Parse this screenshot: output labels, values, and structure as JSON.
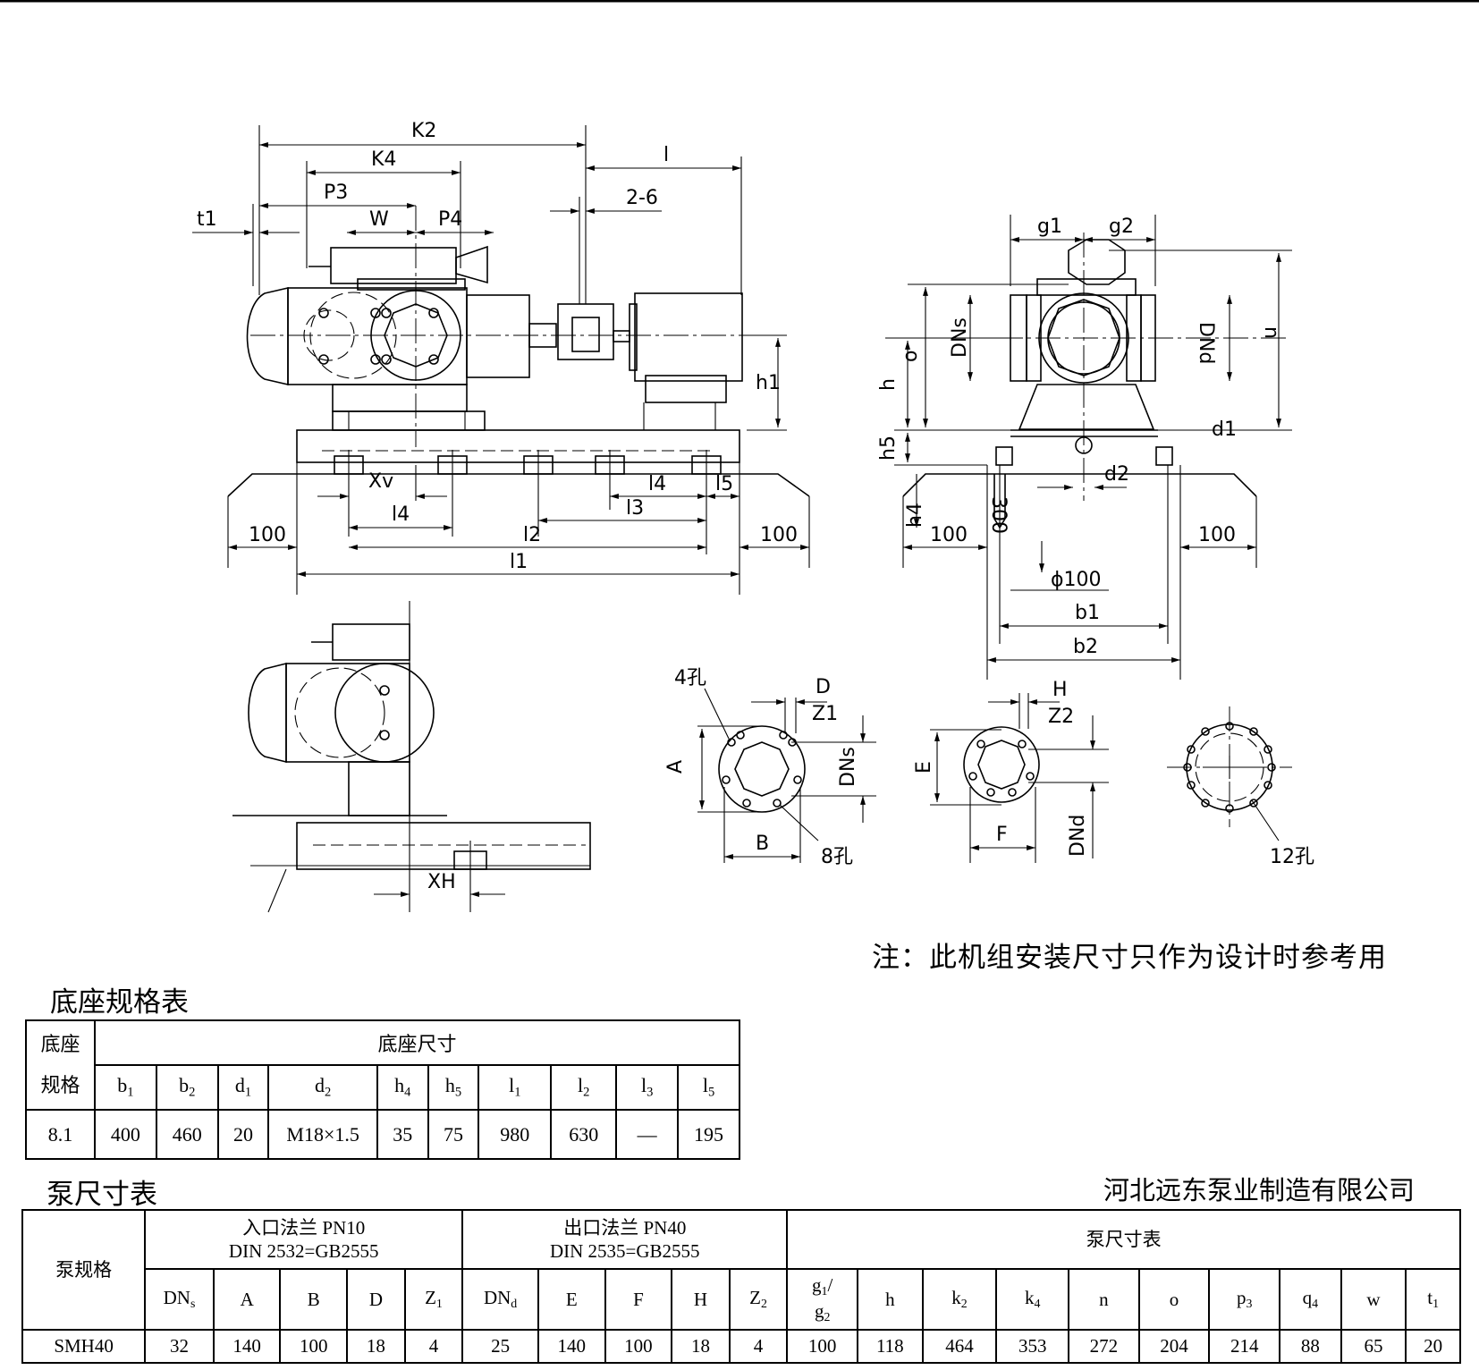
{
  "drawing": {
    "labels": {
      "K2": "K2",
      "K4": "K4",
      "P3": "P3",
      "W": "W",
      "P4": "P4",
      "t1": "t1",
      "l": "l",
      "spacing": "2-6",
      "h1": "h1",
      "Xv": "Xv",
      "l4a": "l4",
      "l4b": "l4",
      "l5": "l5",
      "l3": "l3",
      "l2": "l2",
      "l1": "l1",
      "d100a": "100",
      "d100b": "100",
      "g1": "g1",
      "g2": "g2",
      "n": "n",
      "o": "o",
      "h": "h",
      "h5": "h5",
      "h4": "h4",
      "DNs": "DNs",
      "DNd": "DNd",
      "d1": "d1",
      "d2": "d2",
      "d100c": "100",
      "d100d": "100",
      "d300": "300",
      "phi100": "ϕ100",
      "b1": "b1",
      "b2": "b2",
      "XH": "XH",
      "holes4": "4孔",
      "holes8": "8孔",
      "holes12": "12孔",
      "D": "D",
      "Z1": "Z1",
      "A": "A",
      "B": "B",
      "DNs2": "DNs",
      "H": "H",
      "Z2": "Z2",
      "E": "E",
      "F": "F",
      "DNd2": "DNd"
    }
  },
  "note": "注：此机组安装尺寸只作为设计时参考用",
  "base_table": {
    "title": "底座规格表",
    "spec_header_top": "底座",
    "spec_header_bottom": "规格",
    "dims_header": "底座尺寸",
    "columns": [
      "b1",
      "b2",
      "d1",
      "d2",
      "h4",
      "h5",
      "l1",
      "l2",
      "l3",
      "l5"
    ],
    "row": [
      "8.1",
      "400",
      "460",
      "20",
      "M18×1.5",
      "35",
      "75",
      "980",
      "630",
      "—",
      "195"
    ]
  },
  "company": "河北远东泵业制造有限公司",
  "pump_table": {
    "title": "泵尺寸表",
    "spec_header": "泵规格",
    "inlet_header_1": "入口法兰 PN10",
    "inlet_header_2": "DIN 2532=GB2555",
    "outlet_header_1": "出口法兰 PN40",
    "outlet_header_2": "DIN 2535=GB2555",
    "dims_header": "泵尺寸表",
    "columns": [
      "DNs",
      "A",
      "B",
      "D",
      "Z1",
      "DNd",
      "E",
      "F",
      "H",
      "Z2",
      "g1/g2",
      "h",
      "k2",
      "k4",
      "n",
      "o",
      "p3",
      "q4",
      "w",
      "t1"
    ],
    "row": [
      "SMH40",
      "32",
      "140",
      "100",
      "18",
      "4",
      "25",
      "140",
      "100",
      "18",
      "4",
      "100",
      "118",
      "464",
      "353",
      "272",
      "204",
      "214",
      "88",
      "65",
      "20"
    ]
  }
}
